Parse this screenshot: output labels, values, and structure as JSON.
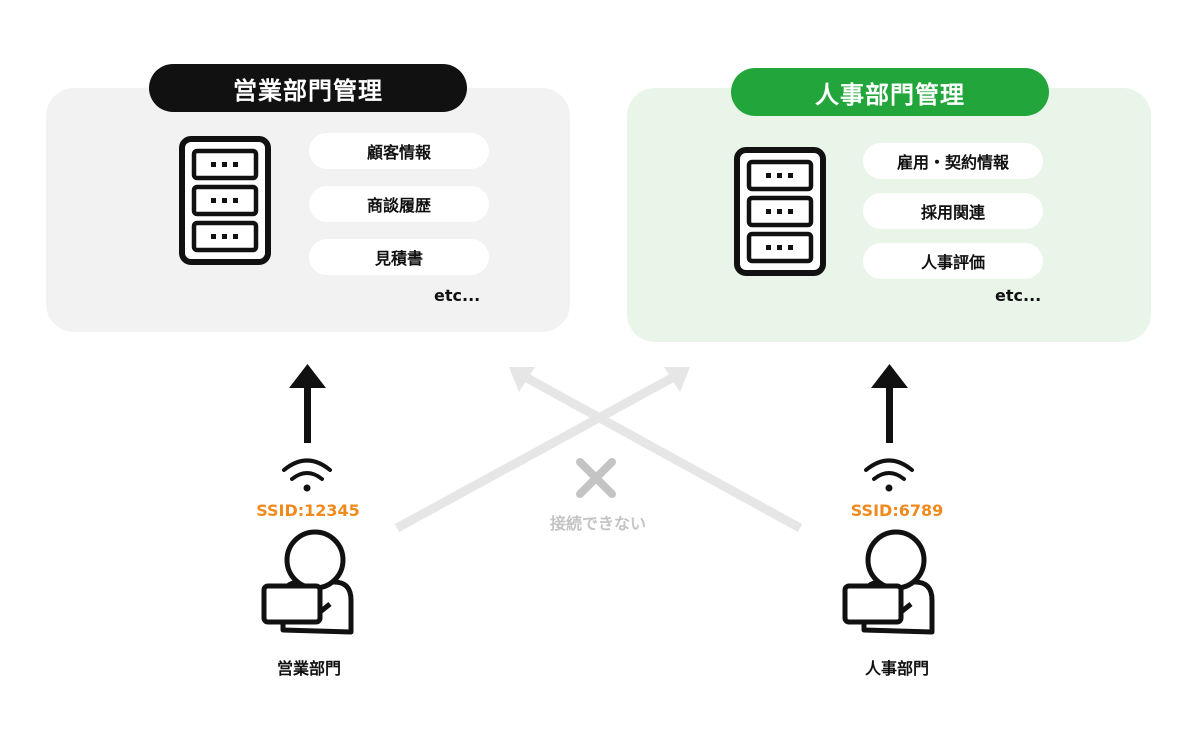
{
  "sales": {
    "title": "営業部門管理",
    "items": [
      "顧客情報",
      "商談履歴",
      "見積書"
    ],
    "etc": "etc...",
    "ssid": "SSID:12345",
    "dept": "営業部門"
  },
  "hr": {
    "title": "人事部門管理",
    "items": [
      "雇用・契約情報",
      "採用関連",
      "人事評価"
    ],
    "etc": "etc...",
    "ssid": "SSID:6789",
    "dept": "人事部門"
  },
  "cross_label": "接続できない",
  "colors": {
    "sales_accent": "#111111",
    "hr_accent": "#22a63c",
    "ssid": "#f08a1c",
    "blocked": "#e6e6e6"
  }
}
